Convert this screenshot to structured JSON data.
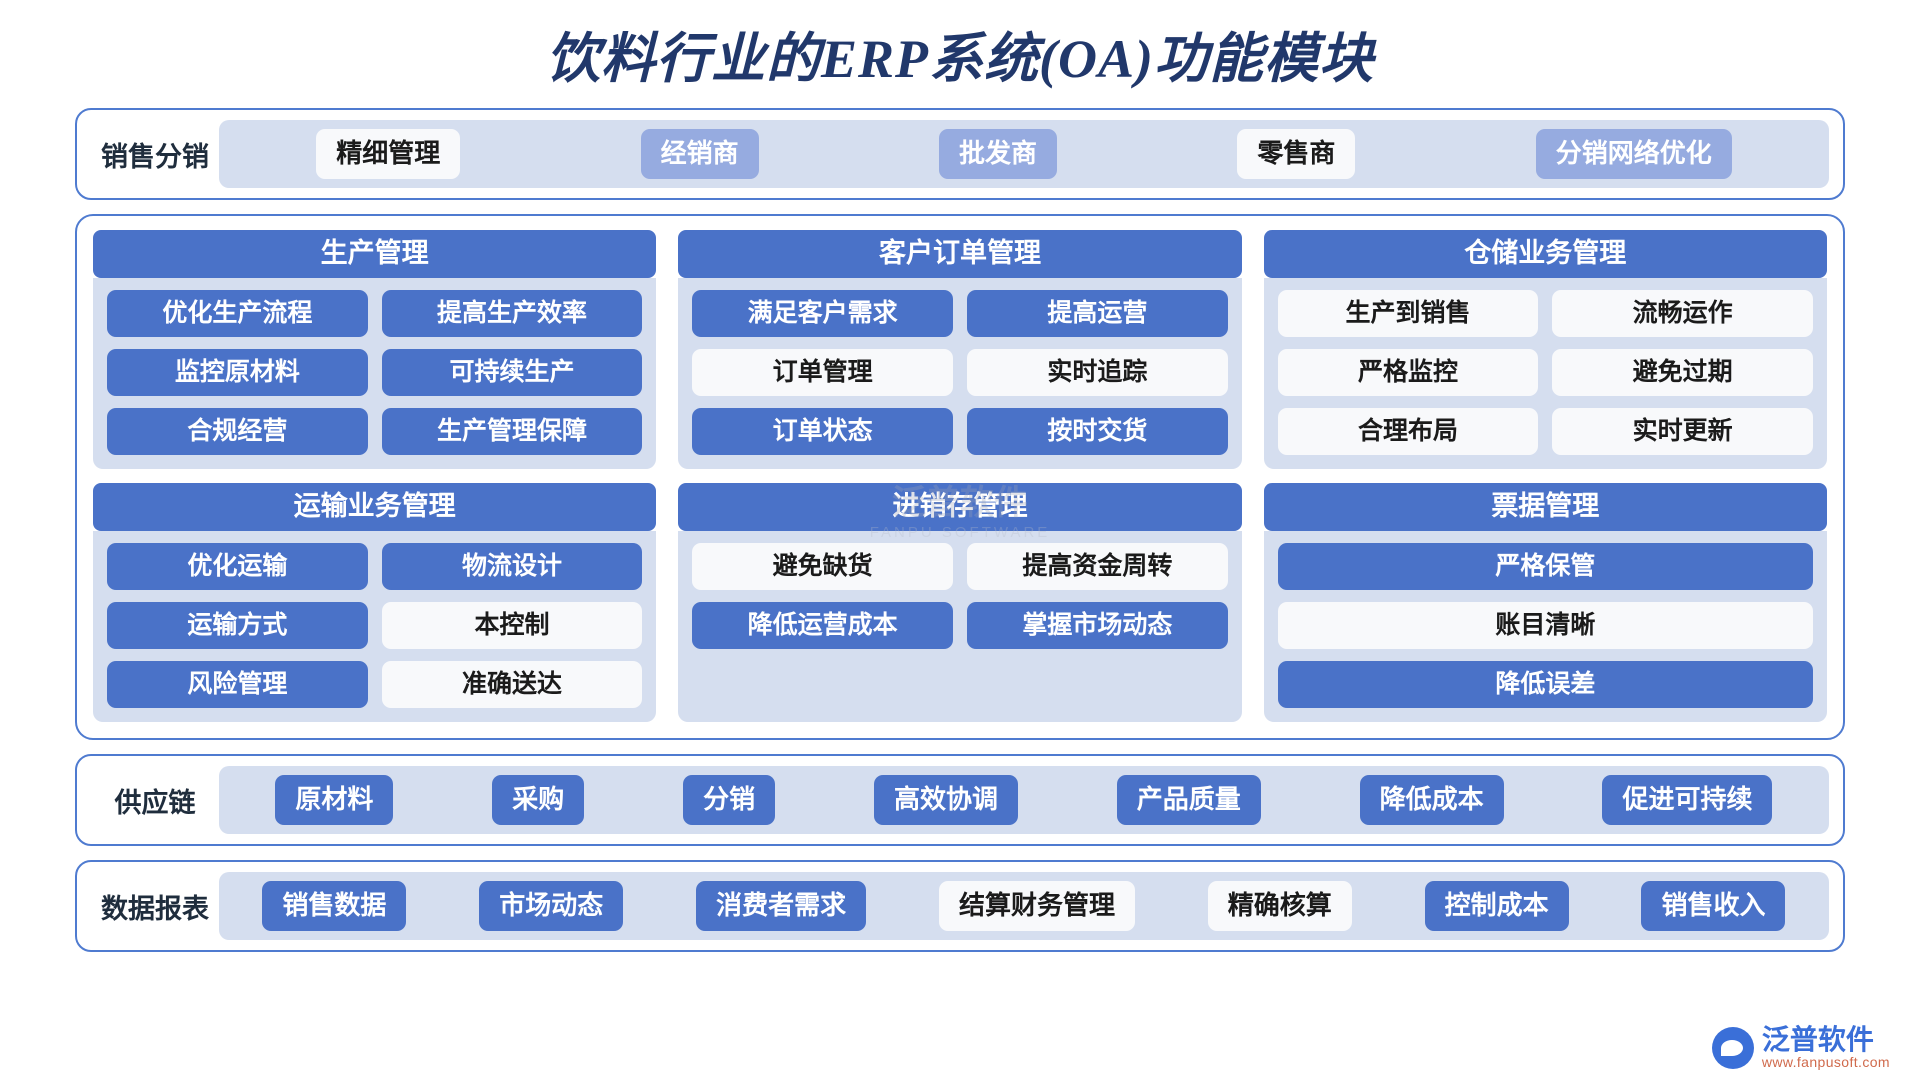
{
  "title": "饮料行业的ERP系统(OA)功能模块",
  "colors": {
    "accent_blue": "#4a72c8",
    "border_blue": "#4f7bd0",
    "track_bg": "#d5deef",
    "chip_white": "#f8f9fb",
    "chip_light": "#96abe0",
    "title_navy": "#21386b"
  },
  "sales_band": {
    "label": "销售分销",
    "chips": [
      {
        "text": "精细管理",
        "style": "white"
      },
      {
        "text": "经销商",
        "style": "lightblue"
      },
      {
        "text": "批发商",
        "style": "lightblue"
      },
      {
        "text": "零售商",
        "style": "white"
      },
      {
        "text": "分销网络优化",
        "style": "lightblue"
      }
    ]
  },
  "modules": [
    {
      "title": "生产管理",
      "rows": [
        [
          {
            "text": "优化生产流程",
            "style": "blue"
          },
          {
            "text": "提高生产效率",
            "style": "blue"
          }
        ],
        [
          {
            "text": "监控原材料",
            "style": "blue"
          },
          {
            "text": "可持续生产",
            "style": "blue"
          }
        ],
        [
          {
            "text": "合规经营",
            "style": "blue"
          },
          {
            "text": "生产管理保障",
            "style": "blue"
          }
        ]
      ]
    },
    {
      "title": "客户订单管理",
      "rows": [
        [
          {
            "text": "满足客户需求",
            "style": "blue"
          },
          {
            "text": "提高运营",
            "style": "blue"
          }
        ],
        [
          {
            "text": "订单管理",
            "style": "white"
          },
          {
            "text": "实时追踪",
            "style": "white"
          }
        ],
        [
          {
            "text": "订单状态",
            "style": "blue"
          },
          {
            "text": "按时交货",
            "style": "blue"
          }
        ]
      ]
    },
    {
      "title": "仓储业务管理",
      "rows": [
        [
          {
            "text": "生产到销售",
            "style": "white"
          },
          {
            "text": "流畅运作",
            "style": "white"
          }
        ],
        [
          {
            "text": "严格监控",
            "style": "white"
          },
          {
            "text": "避免过期",
            "style": "white"
          }
        ],
        [
          {
            "text": "合理布局",
            "style": "white"
          },
          {
            "text": "实时更新",
            "style": "white"
          }
        ]
      ]
    },
    {
      "title": "运输业务管理",
      "rows": [
        [
          {
            "text": "优化运输",
            "style": "blue"
          },
          {
            "text": "物流设计",
            "style": "blue"
          }
        ],
        [
          {
            "text": "运输方式",
            "style": "blue"
          },
          {
            "text": "本控制",
            "style": "white"
          }
        ],
        [
          {
            "text": "风险管理",
            "style": "blue"
          },
          {
            "text": "准确送达",
            "style": "white"
          }
        ]
      ]
    },
    {
      "title": "进销存管理",
      "rows": [
        [
          {
            "text": "避免缺货",
            "style": "white"
          },
          {
            "text": "提高资金周转",
            "style": "white"
          }
        ],
        [
          {
            "text": "降低运营成本",
            "style": "blue"
          },
          {
            "text": "掌握市场动态",
            "style": "blue"
          }
        ]
      ]
    },
    {
      "title": "票据管理",
      "rows": [
        [
          {
            "text": "严格保管",
            "style": "blue"
          }
        ],
        [
          {
            "text": "账目清晰",
            "style": "white"
          }
        ],
        [
          {
            "text": "降低误差",
            "style": "blue"
          }
        ]
      ]
    }
  ],
  "supply_band": {
    "label": "供应链",
    "chips": [
      {
        "text": "原材料",
        "style": "blue"
      },
      {
        "text": "采购",
        "style": "blue"
      },
      {
        "text": "分销",
        "style": "blue"
      },
      {
        "text": "高效协调",
        "style": "blue"
      },
      {
        "text": "产品质量",
        "style": "blue"
      },
      {
        "text": "降低成本",
        "style": "blue"
      },
      {
        "text": "促进可持续",
        "style": "blue"
      }
    ]
  },
  "report_band": {
    "label": "数据报表",
    "chips": [
      {
        "text": "销售数据",
        "style": "blue"
      },
      {
        "text": "市场动态",
        "style": "blue"
      },
      {
        "text": "消费者需求",
        "style": "blue"
      },
      {
        "text": "结算财务管理",
        "style": "white"
      },
      {
        "text": "精确核算",
        "style": "white"
      },
      {
        "text": "控制成本",
        "style": "blue"
      },
      {
        "text": "销售收入",
        "style": "blue"
      }
    ]
  },
  "watermark": {
    "text": "泛普软件",
    "sub": "FANPU SOFTWARE"
  },
  "logo": {
    "name": "泛普软件",
    "url": "www.fanpusoft.com"
  }
}
